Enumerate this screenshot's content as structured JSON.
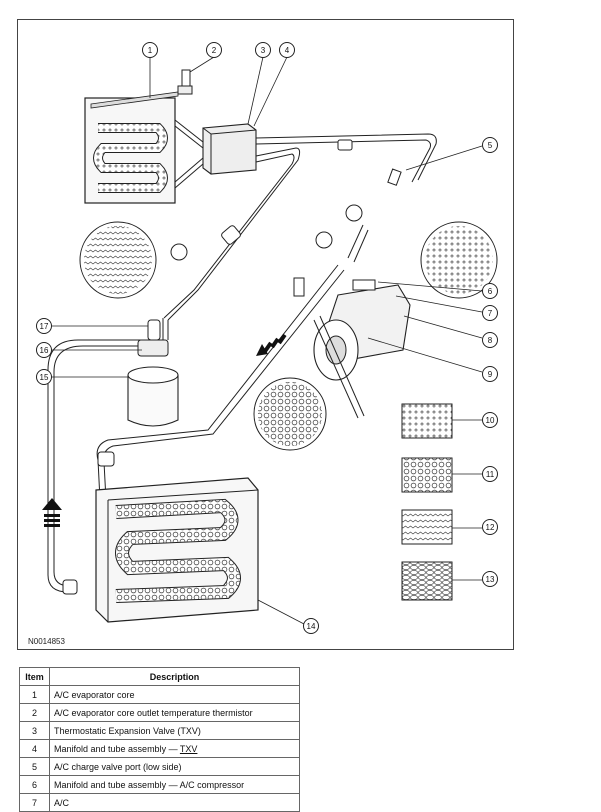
{
  "figure": {
    "id": "N0014853",
    "callouts": [
      "1",
      "2",
      "3",
      "4",
      "5",
      "6",
      "7",
      "8",
      "9",
      "10",
      "11",
      "12",
      "13",
      "14",
      "15",
      "16",
      "17"
    ]
  },
  "legend": {
    "headers": [
      "Item",
      "Description"
    ],
    "rows": [
      {
        "item": "1",
        "desc": "A/C evaporator core"
      },
      {
        "item": "2",
        "desc": "A/C evaporator core outlet temperature thermistor"
      },
      {
        "item": "3",
        "desc": "Thermostatic Expansion Valve (TXV)"
      },
      {
        "item": "4",
        "desc": "Manifold and tube assembly — ",
        "link": "TXV"
      },
      {
        "item": "5",
        "desc": "A/C charge valve port (low side)"
      },
      {
        "item": "6",
        "desc": "Manifold and tube assembly — A/C compressor"
      },
      {
        "item": "7",
        "desc": "A/C"
      }
    ]
  }
}
